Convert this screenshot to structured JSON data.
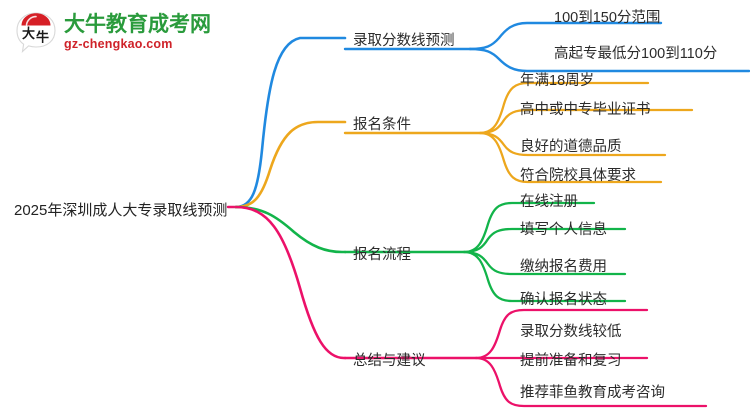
{
  "logo": {
    "mark_name": "daniu-bull-speech-bubble-logo",
    "mark_text": "大牛",
    "title": "大牛教育成考网",
    "subtitle": "gz-chengkao.com",
    "title_color": "#2a9b3c",
    "subtitle_color": "#cf2229",
    "dome_color": "#d61f26"
  },
  "mindmap": {
    "root": {
      "label": "2025年深圳成人大专录取线预测"
    },
    "branches": [
      {
        "label": "录取分数线预测",
        "color": "#2089e0",
        "children": [
          {
            "label": "100到150分范围"
          },
          {
            "label": "高起专最低分100到110分"
          }
        ]
      },
      {
        "label": "报名条件",
        "color": "#eda71d",
        "children": [
          {
            "label": "年满18周岁"
          },
          {
            "label": "高中或中专毕业证书"
          },
          {
            "label": "良好的道德品质"
          },
          {
            "label": "符合院校具体要求"
          }
        ]
      },
      {
        "label": "报名流程",
        "color": "#12b44a",
        "children": [
          {
            "label": "在线注册"
          },
          {
            "label": "填写个人信息"
          },
          {
            "label": "缴纳报名费用"
          },
          {
            "label": "确认报名状态"
          }
        ]
      },
      {
        "label": "总结与建议",
        "color": "#ec1169",
        "children": [
          {
            "label": "录取分数线较低"
          },
          {
            "label": "提前准备和复习"
          },
          {
            "label": "推荐菲鱼教育成考咨询"
          }
        ]
      }
    ]
  }
}
